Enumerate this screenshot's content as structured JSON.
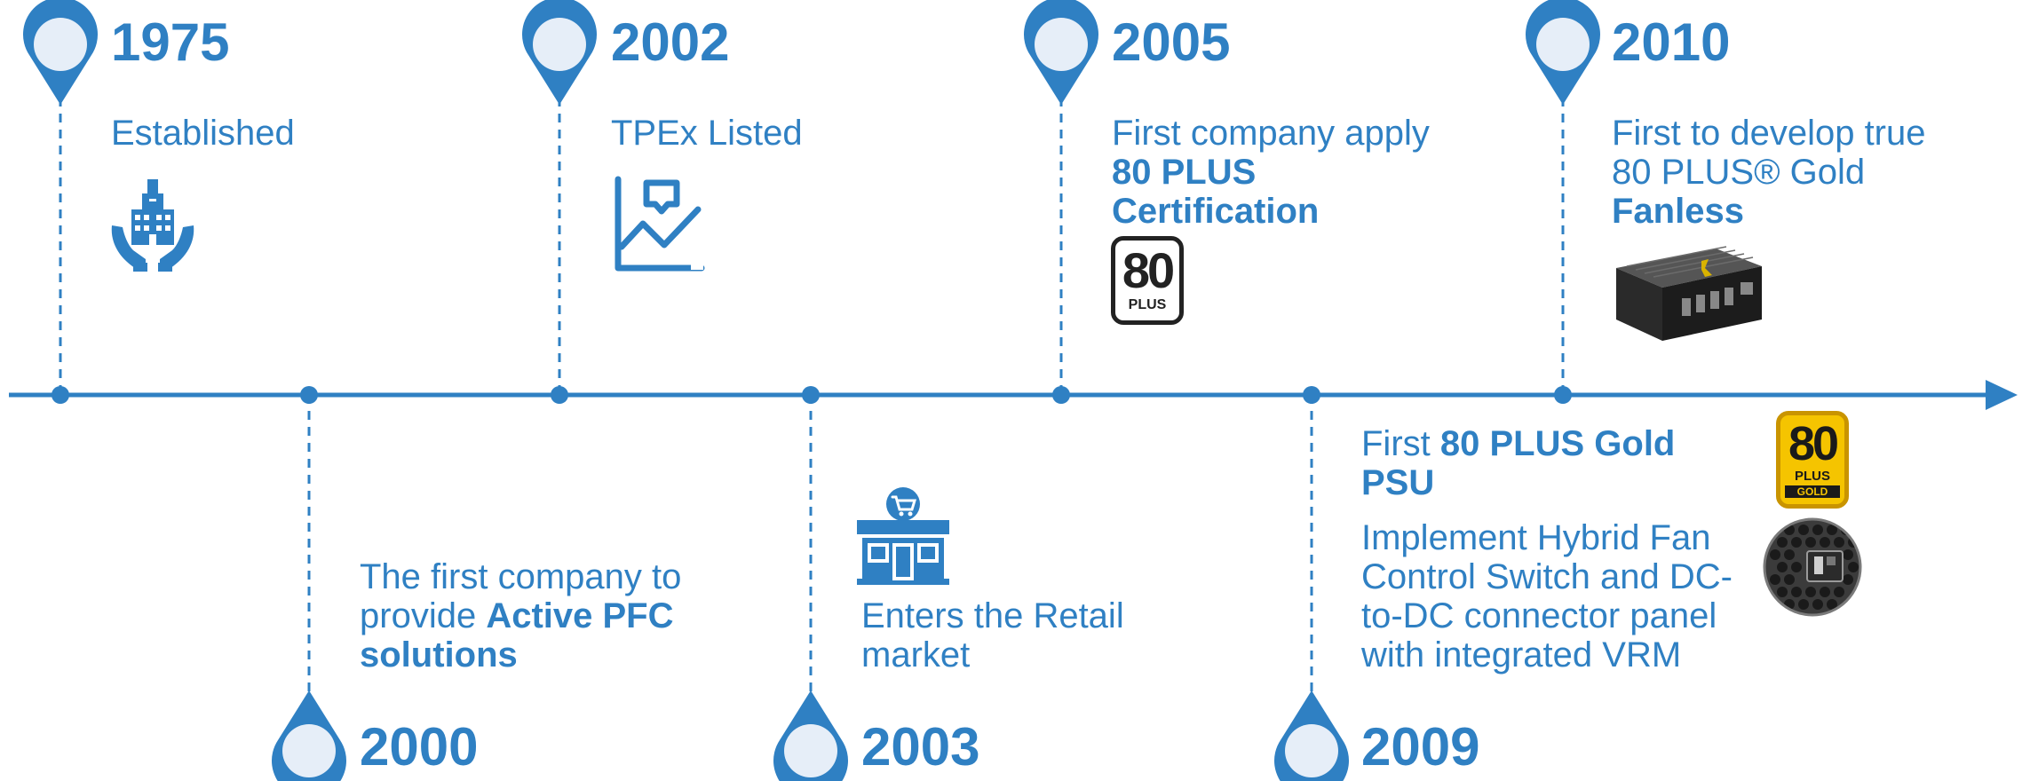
{
  "colors": {
    "accent": "#2f80c3",
    "pin_fill": "#e6eef8",
    "badge_gold": "#f5c400",
    "psu_dark": "#2a2a2a"
  },
  "milestones": {
    "y1975": {
      "year": "1975",
      "text": "Established",
      "icon": "building-in-hands-icon"
    },
    "y2000": {
      "year": "2000",
      "line1": "The first company to",
      "line2a": "provide ",
      "line2b": "Active PFC",
      "line3": "solutions"
    },
    "y2002": {
      "year": "2002",
      "text": "TPEx Listed",
      "icon": "stock-chart-icon"
    },
    "y2003": {
      "year": "2003",
      "line1": "Enters the Retail",
      "line2": "market",
      "icon": "retail-store-icon"
    },
    "y2005": {
      "year": "2005",
      "line1": "First company apply",
      "line2": "80 PLUS",
      "line3": "Certification",
      "badge_num": "80",
      "badge_word": "PLUS"
    },
    "y2009": {
      "year": "2009",
      "first_a": "First ",
      "first_b": "80 PLUS Gold",
      "first_c": "PSU",
      "impl1": "Implement Hybrid Fan",
      "impl2": "Control Switch and DC-",
      "impl3": "to-DC connector panel",
      "impl4": "with integrated VRM",
      "badge_num": "80",
      "badge_word": "PLUS",
      "badge_tier": "GOLD"
    },
    "y2010": {
      "year": "2010",
      "line1": "First to develop true",
      "line2": "80 PLUS® Gold",
      "line3": "Fanless"
    }
  }
}
